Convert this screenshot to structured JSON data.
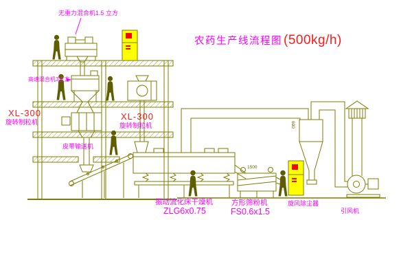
{
  "title": {
    "main": "农药生产线流程图",
    "capacity": "(500kg/h)"
  },
  "labels": {
    "gravity_mixer": "无重力混合机1.5 立方",
    "high_speed_mixer": "高速混合机3立方",
    "granulator_left_model": "XL-300",
    "granulator_left_name": "旋转制粒机",
    "granulator_mid_model": "XL-300",
    "granulator_mid_name": "旋转制粒机",
    "belt_conveyor": "皮带输送机",
    "dryer_name": "振动流化床干燥机",
    "dryer_model": "ZLG6x0.75",
    "sifter_name": "方形筛粉机",
    "sifter_model": "FS0.6x1.5",
    "cyclone": "旋风除尘器",
    "fan": "引风机"
  },
  "annotations": {
    "duct_size": "600",
    "sifter_width": "1500"
  },
  "colors": {
    "linework": "#7d7d00",
    "hatch": "#8a8a00",
    "figure": "#5e5e00",
    "label_magenta": "#ff00ff",
    "label_red": "#ff1a1a",
    "cabinet_fill": "#ffff00",
    "indicator_red": "#ff0000",
    "background": "#ffffff"
  }
}
